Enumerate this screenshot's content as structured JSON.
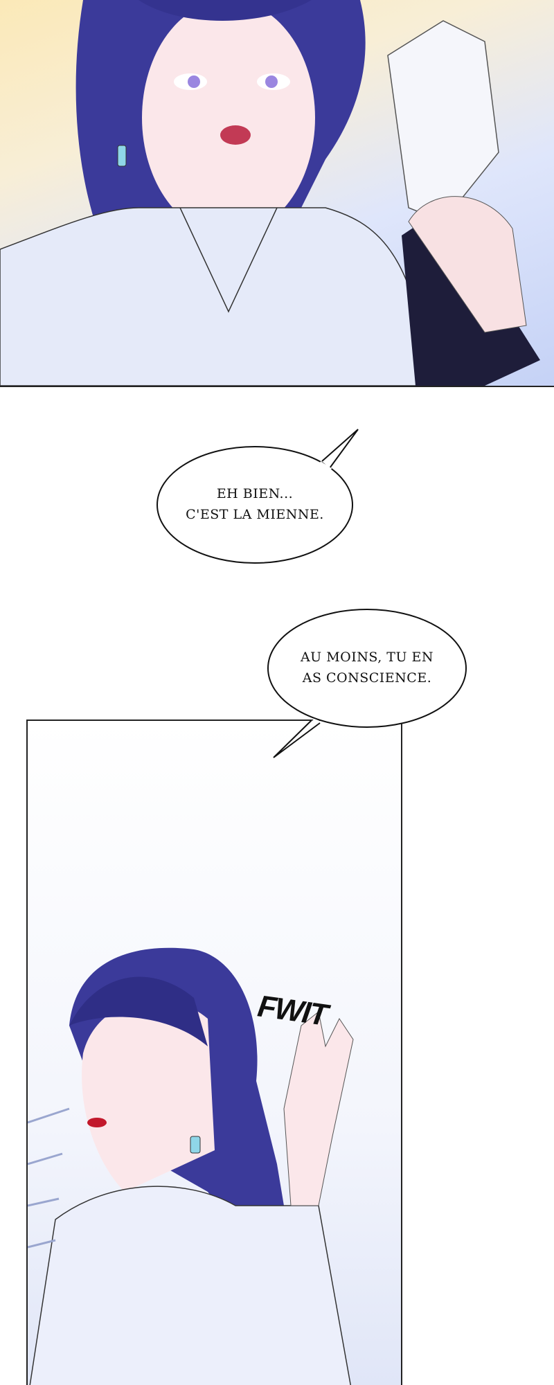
{
  "bubbles": [
    {
      "line1": "EH BIEN...",
      "line2": "C'EST LA MIENNE."
    },
    {
      "line1": "AU MOINS, TU EN",
      "line2": "AS CONSCIENCE."
    }
  ],
  "sfx": "FWIT",
  "colors": {
    "hair": "#3b3a9a",
    "shirt": "#e8ecfb",
    "skin": "#fbe7ea",
    "outline": "#111111"
  }
}
